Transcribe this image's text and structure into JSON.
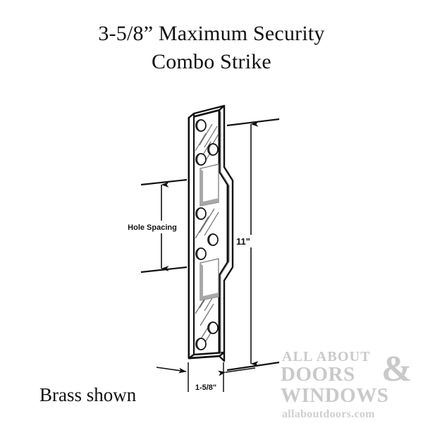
{
  "title": {
    "line1": "3-5/8” Maximum Security",
    "line2": "Combo Strike"
  },
  "caption": "Brass shown",
  "dimensions": {
    "height_label": "11\"",
    "width_label": "1-5/8\"",
    "hole_spacing_label": "Hole Spacing"
  },
  "logo": {
    "line1": "ALL ABOUT",
    "line2": "DOORS",
    "line3": "WINDOWS",
    "ampersand": "&",
    "url": "allaboutdoors.com",
    "color": "#c9c9c9"
  },
  "drawing": {
    "part_name": "maximum-security-combo-strike-plate",
    "view": "isometric",
    "line_color": "#000000",
    "face_color": "#ffffff",
    "shadow_color": "#9a9a9a",
    "screw_hole_count": 8,
    "cutout_count": 2
  }
}
